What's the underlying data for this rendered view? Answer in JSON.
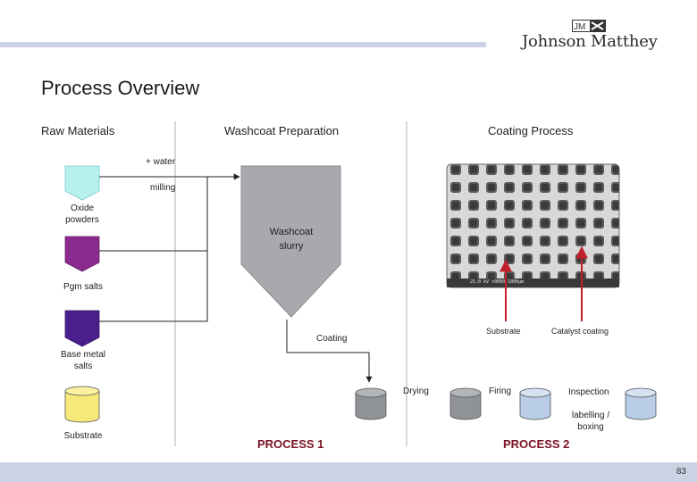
{
  "logo": {
    "mark": "JM",
    "company": "Johnson Matthey"
  },
  "title": "Process Overview",
  "columns": {
    "raw": "Raw Materials",
    "washcoat": "Washcoat Preparation",
    "coating": "Coating Process"
  },
  "annotations": {
    "water": "+ water",
    "milling": "milling",
    "slurry_line1": "Washcoat",
    "slurry_line2": "slurry",
    "coating_step": "Coating",
    "drying": "Drying",
    "firing": "Firing",
    "inspection": "Inspection",
    "labelling_line1": "labelling /",
    "labelling_line2": "boxing",
    "substrate_arrow": "Substrate",
    "catalyst_arrow": "Catalyst coating"
  },
  "materials": {
    "oxide_line1": "Oxide",
    "oxide_line2": "powders",
    "pgm": "Pgm salts",
    "base_line1": "Base metal",
    "base_line2": "salts",
    "substrate": "Substrate"
  },
  "processes": {
    "p1": "PROCESS 1",
    "p2": "PROCESS 2"
  },
  "micrograph_caption": "25.0 kV      ×0000   1000µm",
  "page_number": "83",
  "colors": {
    "oxide": "#b8f0f0",
    "pgm": "#8b2a8e",
    "base_metal": "#4a1f8c",
    "substrate": "#f7e87a",
    "hopper": "#a7a9ad",
    "cyl_grey": "#8f9296",
    "cyl_blue": "#b9cde6",
    "arrow_red": "#c0202a",
    "process_text": "#7a1224",
    "bar": "#c9d3e3"
  }
}
